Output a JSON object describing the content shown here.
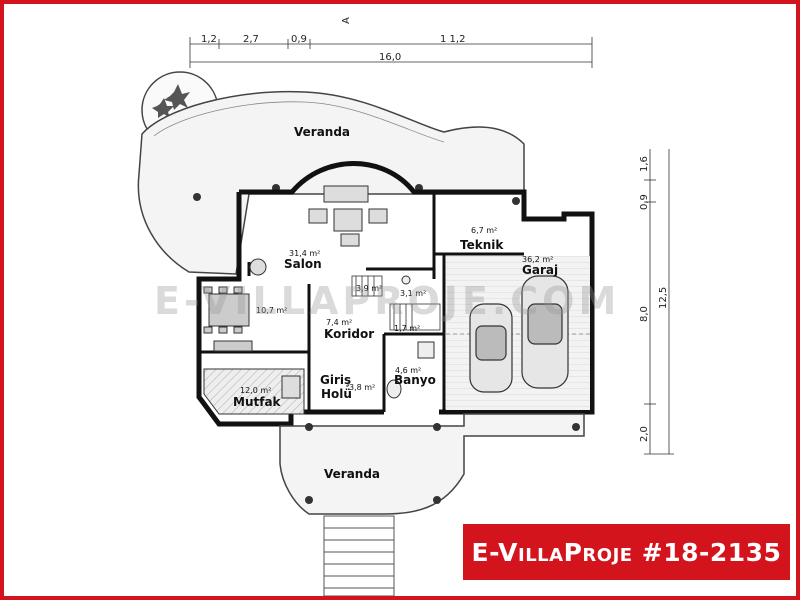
{
  "plan": {
    "rooms": {
      "veranda_top": "Veranda",
      "veranda_bottom": "Veranda",
      "salon": "Salon",
      "teknik": "Teknik",
      "garaj": "Garaj",
      "koridor": "Koridor",
      "mutfak": "Mutfak",
      "giris": "Giriş",
      "holu": "Holü",
      "banyo": "Banyo"
    },
    "areas": {
      "salon": "31,4 m²",
      "teknik": "6,7 m²",
      "garaj": "36,2 m²",
      "stair": "3,9 m²",
      "wc": "3,1 m²",
      "dining": "10,7 m²",
      "koridor": "7,4 m²",
      "hall": "1,7 m²",
      "banyo": "4,6 m²",
      "giris": "3,8 m²",
      "mutfak": "12,0 m²"
    },
    "section_mark": "A",
    "dims_top": {
      "d1": "1,2",
      "d2": "2,7",
      "d3": "0,9",
      "d4": "1 1,2",
      "total": "16,0"
    },
    "dims_right": {
      "r1": "1,6",
      "r2": "0,9",
      "r3": "8,0",
      "r4": "2,0",
      "total": "12,5"
    }
  },
  "watermark": "E-VILLAPROJE.COM",
  "brand": "E-VillaProje #18-2135"
}
